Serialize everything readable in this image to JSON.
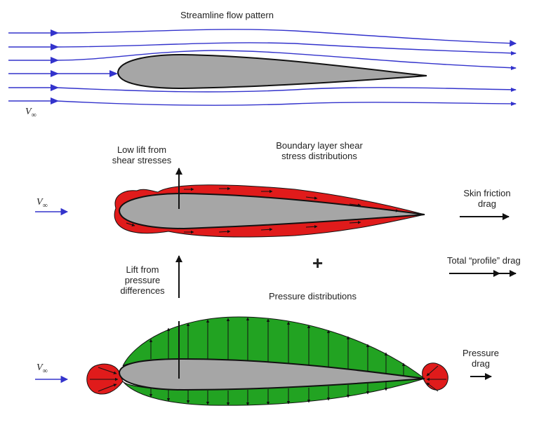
{
  "labels": {
    "streamline": "Streamline flow pattern",
    "low_lift_1": "Low lift from",
    "low_lift_2": "shear stresses",
    "boundary_1": "Boundary layer shear",
    "boundary_2": "stress distributions",
    "skin_1": "Skin friction",
    "skin_2": "drag",
    "total": "Total “profile” drag",
    "lift_1": "Lift from",
    "lift_2": "pressure",
    "lift_3": "differences",
    "pressure_dist": "Pressure distributions",
    "pressure_drag_1": "Pressure",
    "pressure_drag_2": "drag",
    "plus": "+",
    "v": "V",
    "inf": "∞"
  },
  "colors": {
    "stream": "#3333cc",
    "airfoil_fill": "#a6a6a6",
    "shear_red": "#e01b1b",
    "pressure_green": "#22a322",
    "ink": "#111111"
  }
}
